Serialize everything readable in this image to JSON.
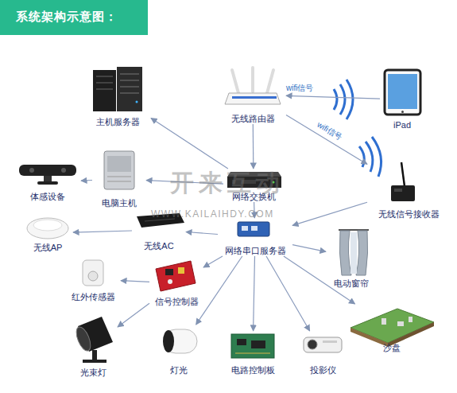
{
  "diagram": {
    "title": "系统架构示意图：",
    "nodes": [
      {
        "text": [
          "主机服务器"
        ]
      },
      {
        "text": [
          "无线路由器"
        ]
      },
      {
        "text": [
          "iPad"
        ]
      },
      {
        "text": [
          "体感设备"
        ]
      },
      {
        "text": [
          "电脑主机"
        ]
      },
      {
        "text": [
          "网络交换机"
        ]
      },
      {
        "text": [
          "无线信号接收器"
        ]
      },
      {
        "text": [
          "无线AP"
        ]
      },
      {
        "text": [
          "无线AC"
        ]
      },
      {
        "text": [
          "网络串口服务器"
        ]
      },
      {
        "text": [
          "电动窗帘"
        ]
      },
      {
        "text": [
          "红外传感器"
        ]
      },
      {
        "text": [
          "信号控制器"
        ]
      },
      {
        "text": [
          "光束灯"
        ]
      },
      {
        "text": [
          "灯光"
        ]
      },
      {
        "text": [
          "电路控制板"
        ]
      },
      {
        "text": [
          "投影仪"
        ]
      },
      {
        "text": [
          "沙盘"
        ]
      }
    ],
    "edges": [
      {
        "from": 5,
        "to": 0,
        "arrow": "to"
      },
      {
        "from": 1,
        "to": 5,
        "arrow": "to"
      },
      {
        "from": 2,
        "to": 1,
        "arrow": "to"
      },
      {
        "from": 1,
        "to": 6,
        "label": "wifi信号",
        "arrow": "to"
      },
      {
        "from": 5,
        "to": 4,
        "arrow": "to"
      },
      {
        "from": 4,
        "to": 3,
        "arrow": "to"
      },
      {
        "from": 6,
        "to": 9,
        "arrow": "to"
      },
      {
        "from": 5,
        "to": 9,
        "arrow": "to"
      },
      {
        "from": 9,
        "to": 8,
        "arrow": "to"
      },
      {
        "from": 8,
        "to": 7,
        "arrow": "to"
      },
      {
        "from": 9,
        "to": 12,
        "arrow": "to"
      },
      {
        "from": 12,
        "to": 11,
        "arrow": "to"
      },
      {
        "from": 12,
        "to": 13,
        "arrow": "to"
      },
      {
        "from": 9,
        "to": 14,
        "arrow": "to"
      },
      {
        "from": 9,
        "to": 15,
        "arrow": "to"
      },
      {
        "from": 9,
        "to": 16,
        "arrow": "to"
      },
      {
        "from": 9,
        "to": 17,
        "arrow": "to"
      },
      {
        "from": 9,
        "to": 10,
        "arrow": "to"
      }
    ],
    "labels": [
      "开来互动",
      "WWW.KAILAIHDY.COM",
      "wifi信号"
    ]
  }
}
